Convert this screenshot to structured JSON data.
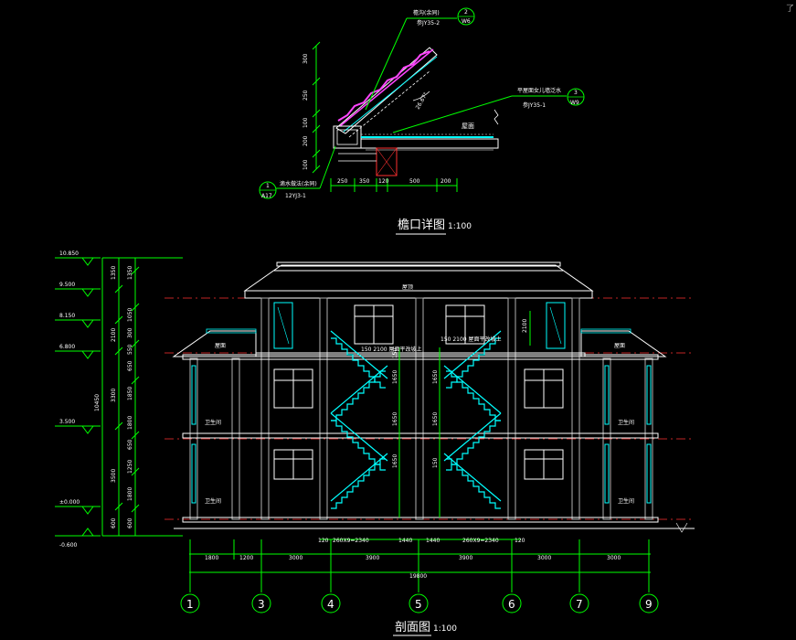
{
  "corner_mark": "了",
  "detail": {
    "title": "檐口详图",
    "scale": "1:100",
    "callouts": [
      {
        "label": "檐沟(余同)",
        "ref": "参JY35-2",
        "num": "2",
        "sheet": "W6"
      },
      {
        "label": "平屋面女儿墙泛水",
        "ref": "参JY35-1",
        "num": "3",
        "sheet": "W9"
      },
      {
        "label": "滴水做法(余同)",
        "ref": "12YJ3-1",
        "num": "1",
        "sheet": "A17"
      }
    ],
    "slope_angle": "26.67°",
    "roof_label": "屋面",
    "vdims": [
      "300",
      "250",
      "100",
      "200",
      "100"
    ],
    "hdims": [
      "250",
      "350",
      "120",
      "500",
      "200"
    ]
  },
  "section": {
    "title": "剖面图",
    "scale": "1:100",
    "room_labels": {
      "roof": "屋顶",
      "left_upper": "屋面",
      "right_upper": "屋面",
      "bath_l2": "卫生间",
      "bath_l1": "卫生间",
      "bath_r2": "卫生间",
      "bath_r1": "卫生间",
      "stair_note_left": "150  2100  屋面平改坡上",
      "stair_note_right": "150  2100  屋面平改坡上"
    },
    "elevations": [
      "10.850",
      "9.500",
      "8.150",
      "6.800",
      "3.500",
      "±0.000",
      "-0.600"
    ],
    "left_dims": {
      "outer": [
        "10450"
      ],
      "col1": [
        "1350",
        "2100",
        "3300",
        "3500",
        "600"
      ],
      "col2": [
        "1350",
        "1050",
        "300",
        "550",
        "650",
        "1850",
        "1800",
        "650",
        "1250",
        "1800",
        "600"
      ]
    },
    "stair_dims": [
      "150",
      "1650",
      "1650",
      "1650",
      "1650",
      "1650",
      "150"
    ],
    "stair_runs": [
      "120",
      "260X9=2340",
      "1440",
      "1440",
      "260X9=2340",
      "120"
    ],
    "right_dims": [
      "2100"
    ],
    "bottom_dims": [
      "1800",
      "1200",
      "3000",
      "3900",
      "3900",
      "3000",
      "3000"
    ],
    "total_dim": "19800",
    "axes": [
      "1",
      "3",
      "4",
      "5",
      "6",
      "7",
      "9"
    ]
  }
}
